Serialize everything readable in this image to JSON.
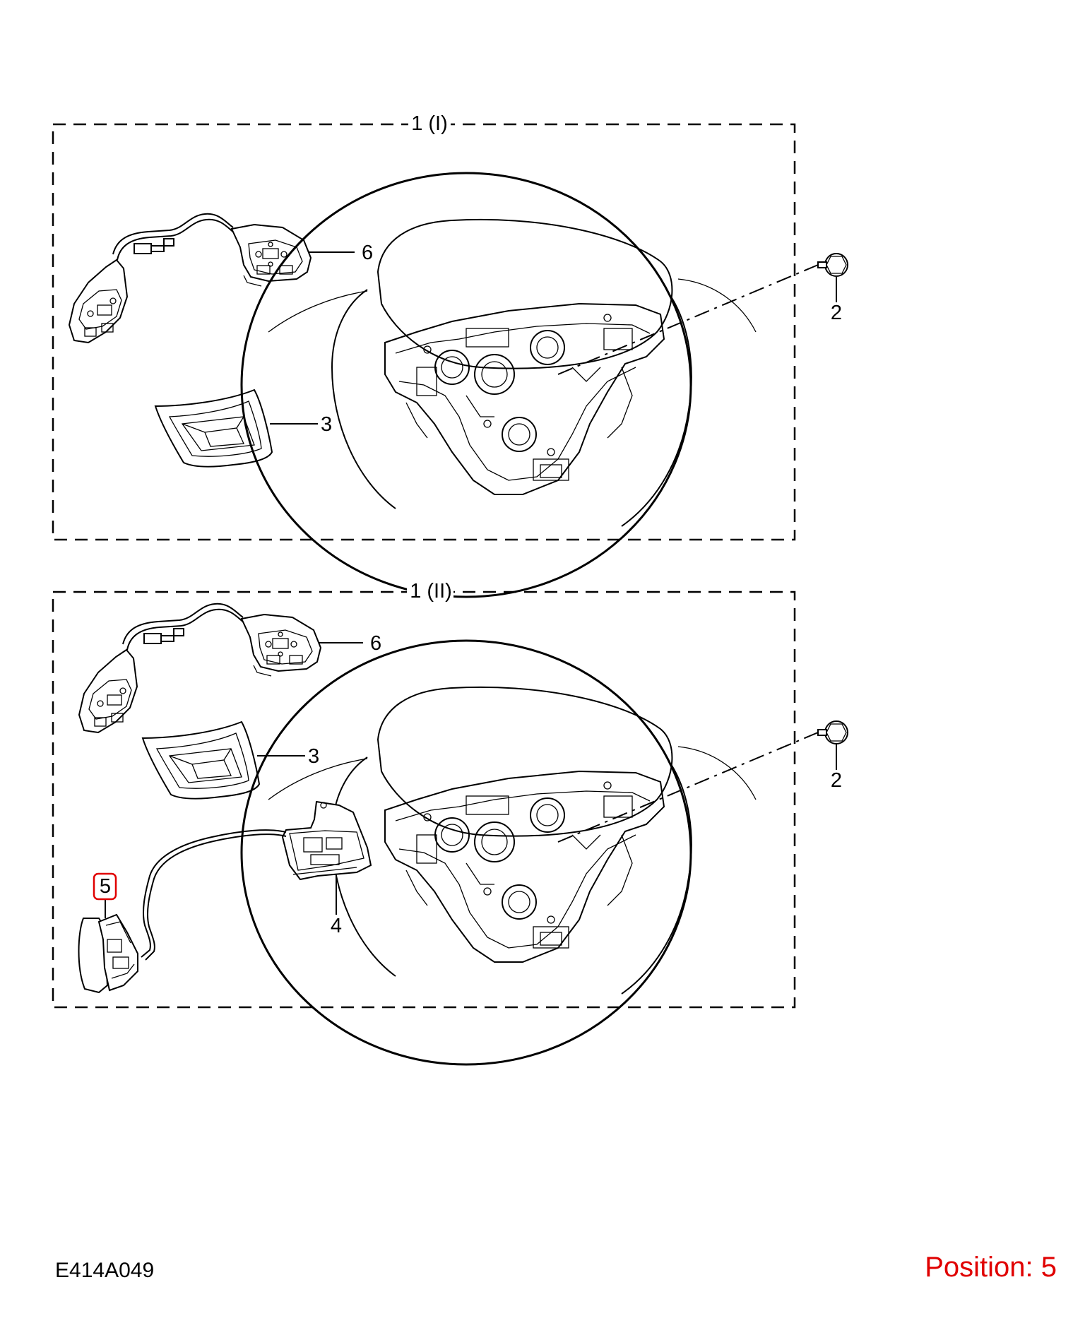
{
  "groups": [
    {
      "label": "1 (I)"
    },
    {
      "label": "1 (II)"
    }
  ],
  "callouts": {
    "g1_item6": "6",
    "g1_item2": "2",
    "g1_item3": "3",
    "g2_item6": "6",
    "g2_item2": "2",
    "g2_item3": "3",
    "g2_item5": "5",
    "g2_item4": "4"
  },
  "footer": {
    "diagram_id": "E414A049",
    "position_label": "Position: 5"
  },
  "colors": {
    "highlight": "#e00000",
    "line": "#000000"
  }
}
